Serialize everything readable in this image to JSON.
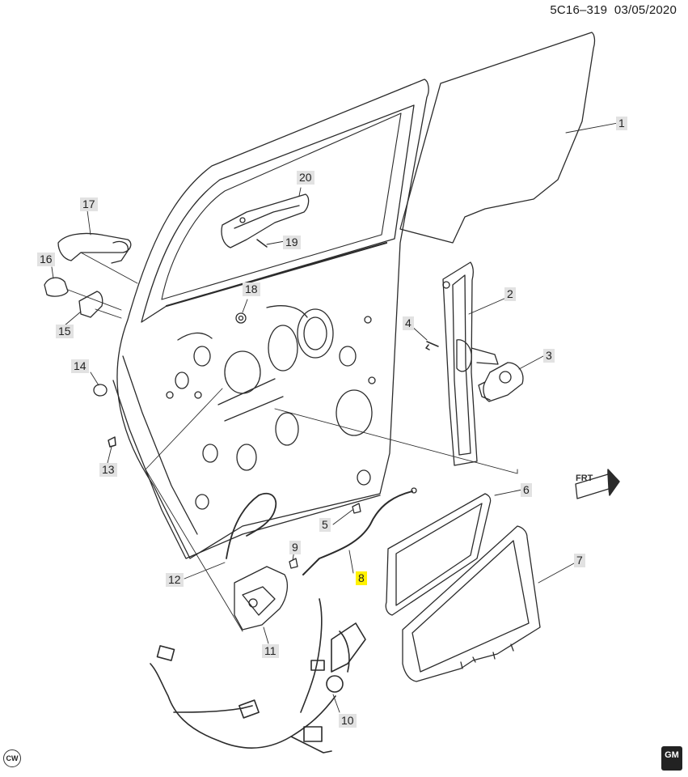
{
  "header": {
    "doc_id": "5C16–319",
    "date": "03/05/2020"
  },
  "callouts": [
    "1",
    "2",
    "3",
    "4",
    "5",
    "6",
    "7",
    "8",
    "9",
    "10",
    "11",
    "12",
    "13",
    "14",
    "15",
    "16",
    "17",
    "18",
    "19",
    "20"
  ],
  "direction_label": "FRT",
  "badges": {
    "rotation": "CW",
    "brand": "GM"
  },
  "colors": {
    "line": "#2b2b2b",
    "callout_bg": "#e2e2e2",
    "highlight": "#fff200"
  }
}
